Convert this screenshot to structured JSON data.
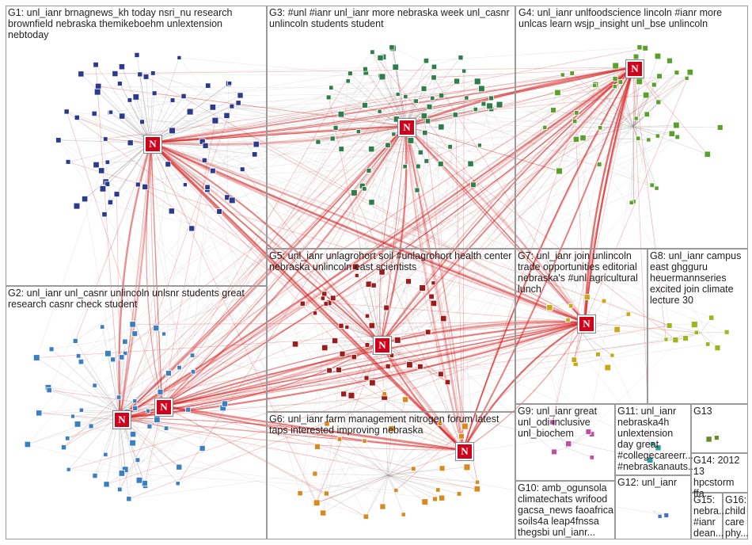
{
  "groups": [
    {
      "id": "g1",
      "label": "G1: unl_ianr brnagnews_kh today nsri_nu research brownfield nebraska themikeboehm unlextension nebtoday",
      "color": "#2b3a8c"
    },
    {
      "id": "g2",
      "label": "G2: unl_ianr unl_casnr unlincoln unlsnr students great research casnr check student",
      "color": "#3a7fc2"
    },
    {
      "id": "g3",
      "label": "G3: #unl #ianr unl_ianr more nebraska week unl_casnr unlincoln students student",
      "color": "#2e7d4a"
    },
    {
      "id": "g4",
      "label": "G4: unl_ianr unlfoodscience lincoln #ianr more unlcas learn wsjp_insight unl_bse unlincoln",
      "color": "#5aa02c"
    },
    {
      "id": "g5",
      "label": "G5: unl_ianr unlagrohort soil #unlagrohort health center nebraska unlincoln east scientists",
      "color": "#9c1c1c"
    },
    {
      "id": "g6",
      "label": "G6: unl_ianr farm management nitrogen forum latest taps interested improving nebraska",
      "color": "#d98a1e"
    },
    {
      "id": "g7",
      "label": "G7: unl_ianr join unlincoln trade opportunities editorial nebraska's #unl agricultural lunch",
      "color": "#c9a818"
    },
    {
      "id": "g8",
      "label": "G8: unl_ianr campus east ghgguru heuermannseries excited join climate lecture 30",
      "color": "#9ab81e"
    },
    {
      "id": "g9",
      "label": "G9: unl_ianr great unl_odi inclusive unl_biochem",
      "color": "#c24aa0"
    },
    {
      "id": "g10",
      "label": "G10: amb_ogunsola climatechats wrifood gacsa_news faoafrica soils4a leap4fnssa thegsbi unl_ianr...",
      "color": "#7a5cc0"
    },
    {
      "id": "g11",
      "label": "G11: unl_ianr nebraska4h unlextension day great #collegecareerr... #nebraskanauts...",
      "color": "#2ca0a0"
    },
    {
      "id": "g12",
      "label": "G12: unl_ianr",
      "color": "#4a6fd0"
    },
    {
      "id": "g13",
      "label": "G13",
      "color": "#6a8a2a"
    },
    {
      "id": "g14",
      "label": "G14: 2012 13 hpcstorm ffa...",
      "color": "#777777"
    },
    {
      "id": "g15",
      "label": "G15: nebra... #ianr dean...",
      "color": "#555555"
    },
    {
      "id": "g16",
      "label": "G16: child care phy...",
      "color": "#555555"
    }
  ],
  "hub_icon": "nebraska-n-logo-icon",
  "hub_glyph": "N",
  "hub_color": "#d0021b",
  "edge_color": "#d62020"
}
